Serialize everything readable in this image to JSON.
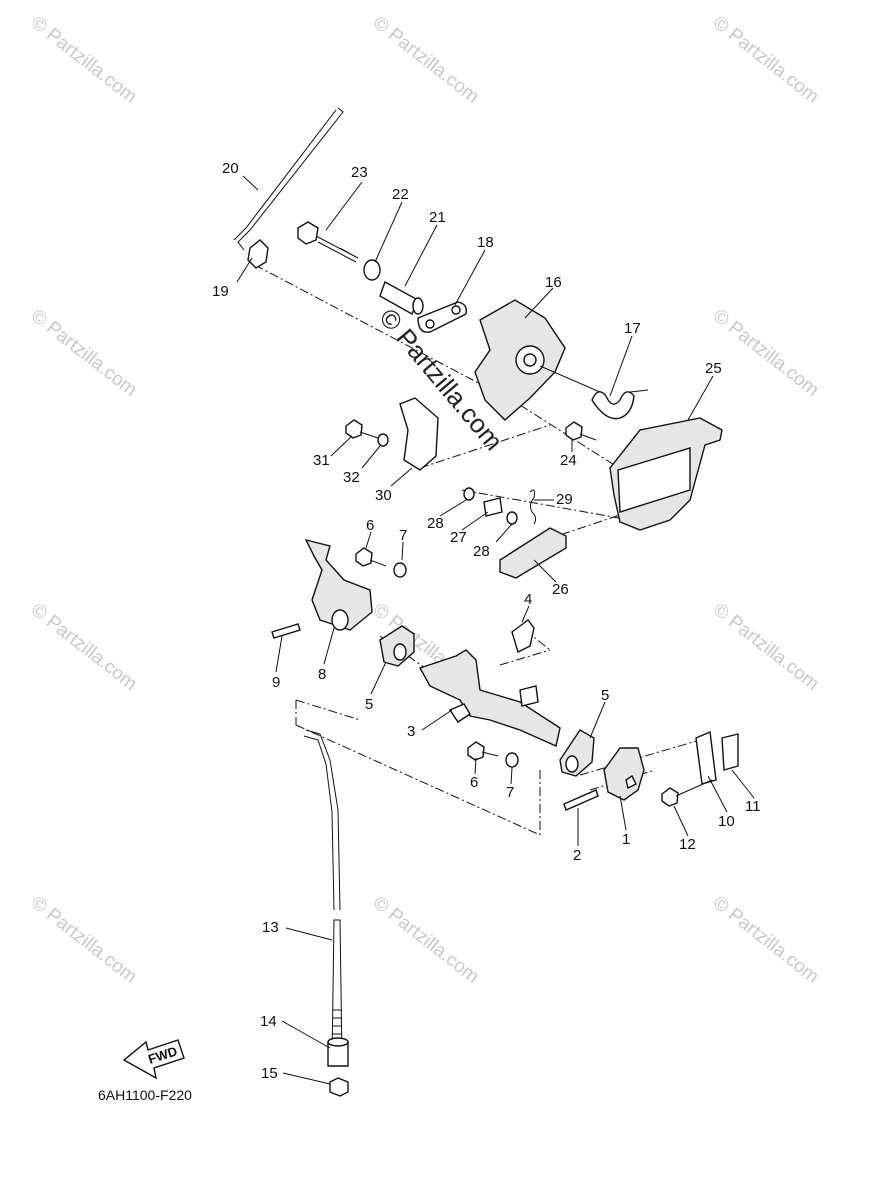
{
  "watermark": {
    "text": "© Partzilla.com",
    "center_text": "© Partzilla.com"
  },
  "diagram_code": "6AH1100-F220",
  "fwd_label": "FWD",
  "callouts": [
    {
      "id": "c1",
      "label": "1"
    },
    {
      "id": "c2",
      "label": "2"
    },
    {
      "id": "c3",
      "label": "3"
    },
    {
      "id": "c4",
      "label": "4"
    },
    {
      "id": "c5a",
      "label": "5"
    },
    {
      "id": "c5b",
      "label": "5"
    },
    {
      "id": "c6a",
      "label": "6"
    },
    {
      "id": "c6b",
      "label": "6"
    },
    {
      "id": "c7a",
      "label": "7"
    },
    {
      "id": "c7b",
      "label": "7"
    },
    {
      "id": "c8",
      "label": "8"
    },
    {
      "id": "c9",
      "label": "9"
    },
    {
      "id": "c10",
      "label": "10"
    },
    {
      "id": "c11",
      "label": "11"
    },
    {
      "id": "c12",
      "label": "12"
    },
    {
      "id": "c13",
      "label": "13"
    },
    {
      "id": "c14",
      "label": "14"
    },
    {
      "id": "c15",
      "label": "15"
    },
    {
      "id": "c16",
      "label": "16"
    },
    {
      "id": "c17",
      "label": "17"
    },
    {
      "id": "c18",
      "label": "18"
    },
    {
      "id": "c19",
      "label": "19"
    },
    {
      "id": "c20",
      "label": "20"
    },
    {
      "id": "c21",
      "label": "21"
    },
    {
      "id": "c22",
      "label": "22"
    },
    {
      "id": "c23",
      "label": "23"
    },
    {
      "id": "c24",
      "label": "24"
    },
    {
      "id": "c25",
      "label": "25"
    },
    {
      "id": "c26",
      "label": "26"
    },
    {
      "id": "c27",
      "label": "27"
    },
    {
      "id": "c28a",
      "label": "28"
    },
    {
      "id": "c28b",
      "label": "28"
    },
    {
      "id": "c29",
      "label": "29"
    },
    {
      "id": "c30",
      "label": "30"
    },
    {
      "id": "c31",
      "label": "31"
    },
    {
      "id": "c32",
      "label": "32"
    }
  ]
}
